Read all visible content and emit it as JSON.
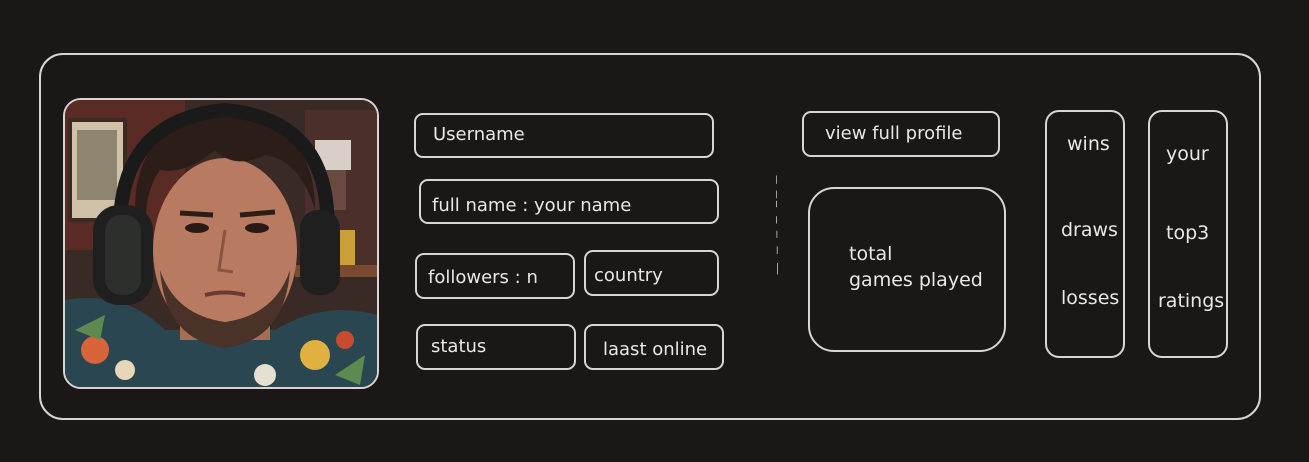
{
  "profile": {
    "photo_alt": "profile photo",
    "username": "Username",
    "full_name": "full name : your name",
    "followers": "followers : n",
    "country": "country",
    "status": "status",
    "last_online": "laast online"
  },
  "stats": {
    "view_full_profile": "view full profile",
    "total_line1": "total",
    "total_line2": "games played",
    "wins": "wins",
    "draws": "draws",
    "losses": "losses",
    "ratings_line1": "your",
    "ratings_line2": "top3",
    "ratings_line3": "ratings"
  },
  "colors": {
    "background": "#1c1717",
    "stroke": "#d9d5d2",
    "text": "#ebe7e4"
  }
}
